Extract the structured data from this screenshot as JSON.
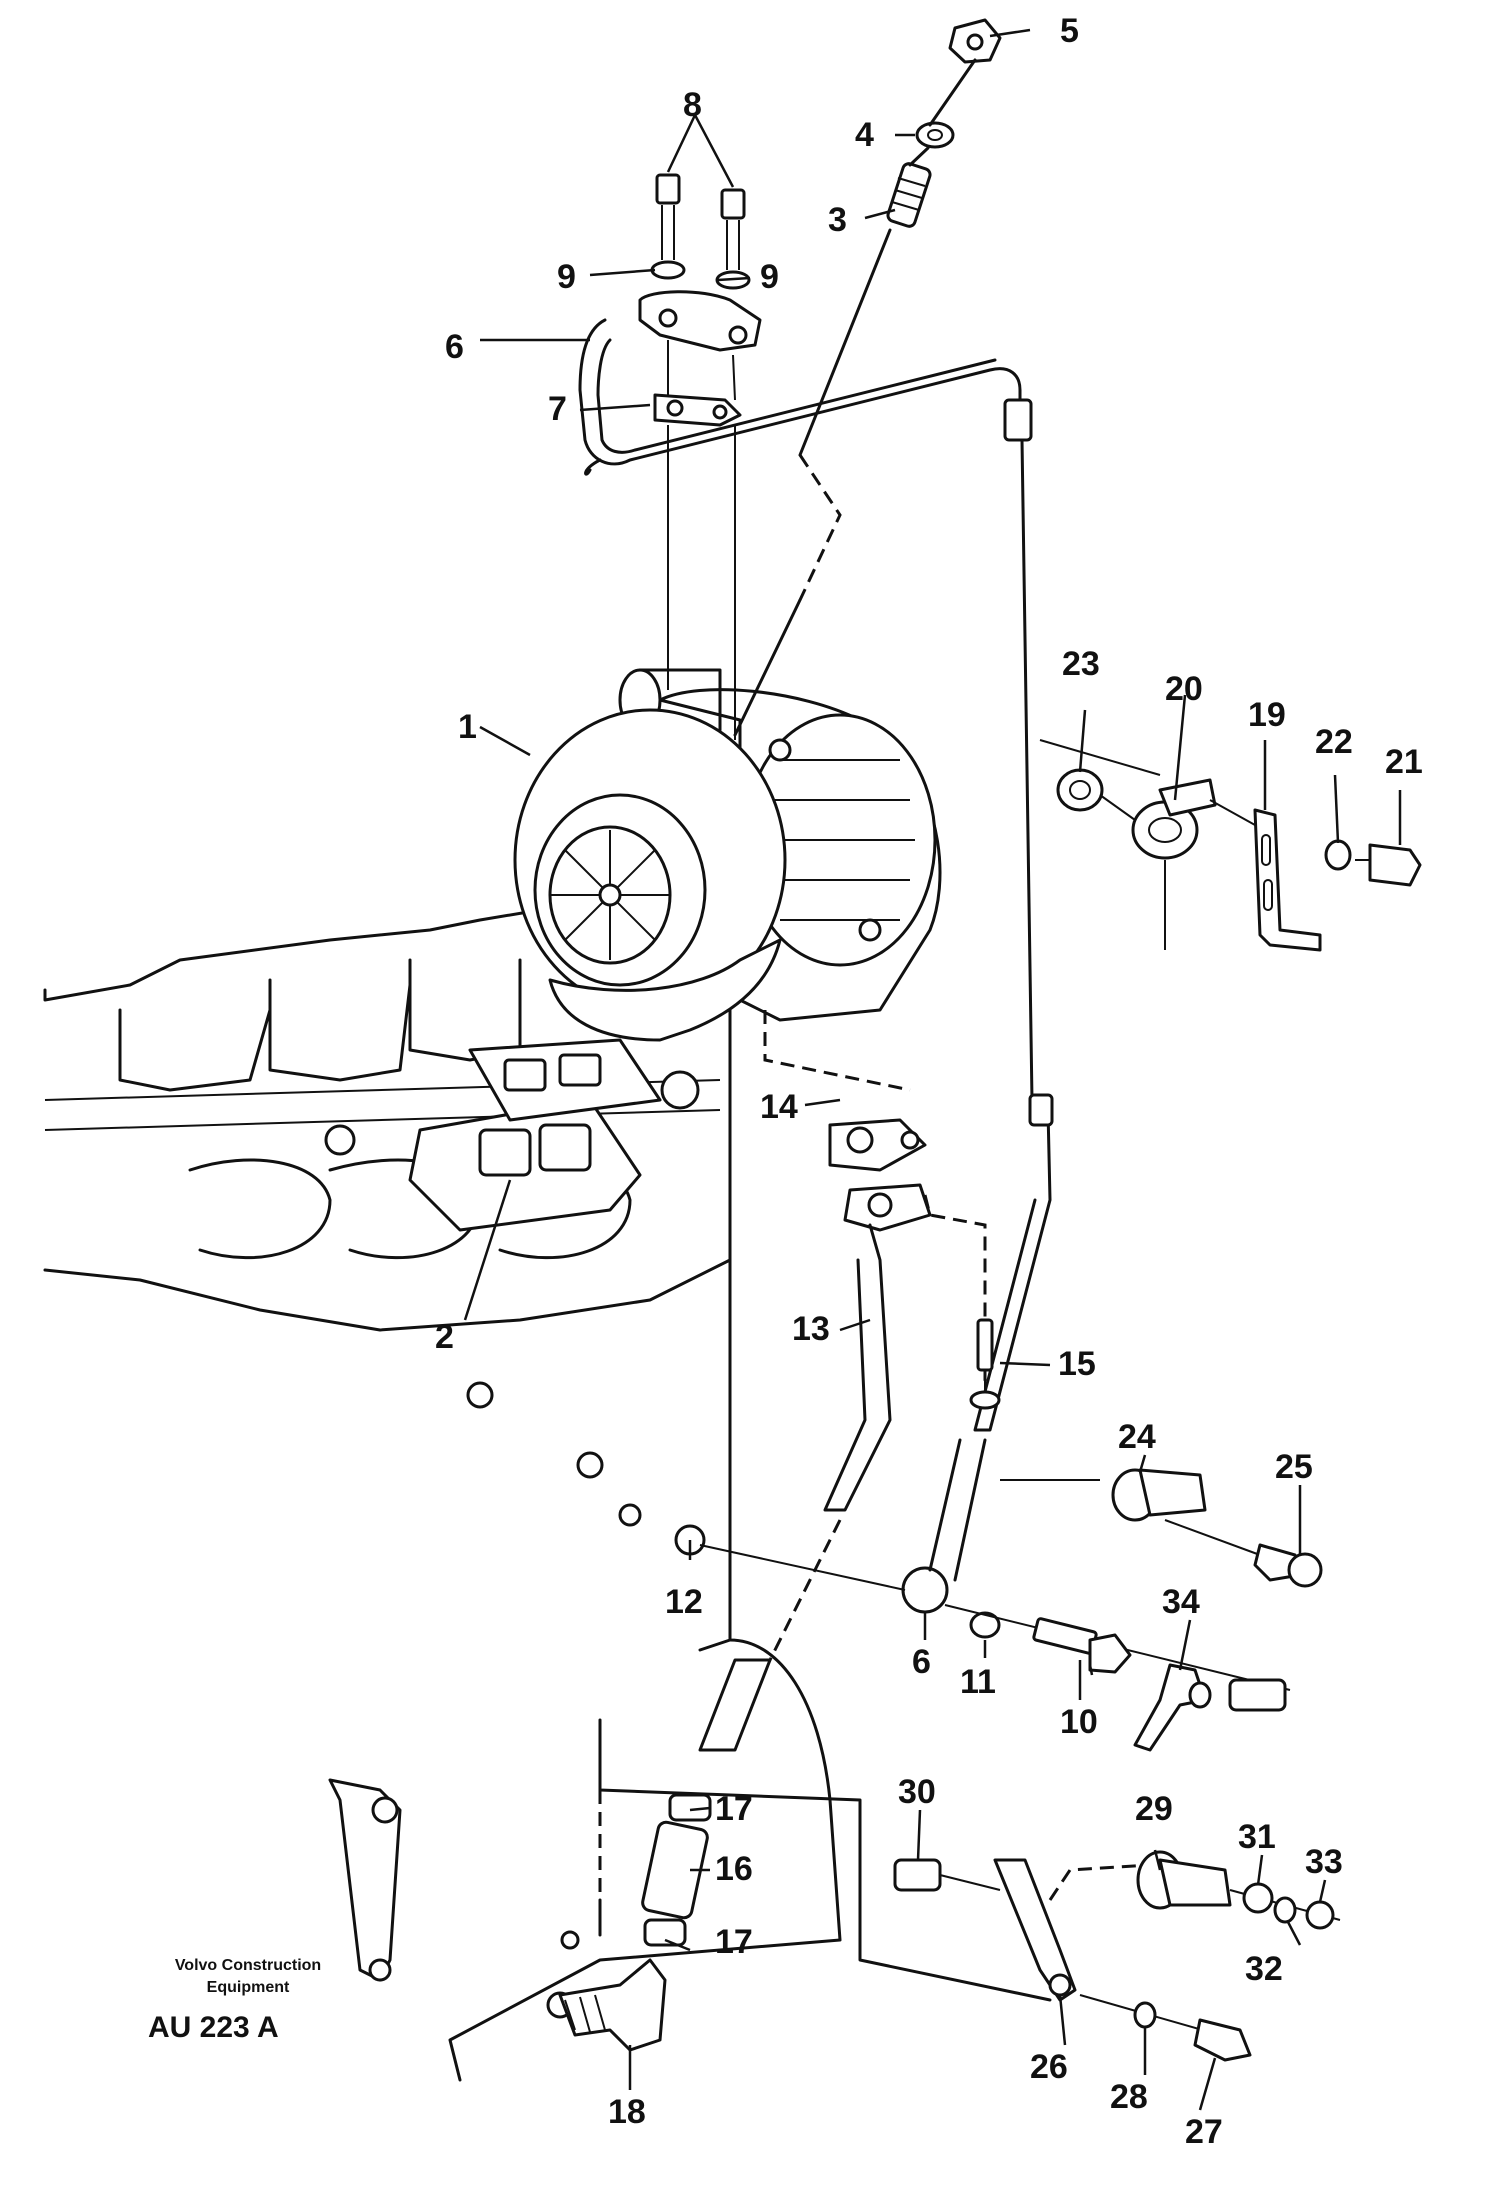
{
  "credit": {
    "line1": "Volvo Construction",
    "line2": "Equipment",
    "code": "AU 223 A"
  },
  "callouts": {
    "c1": "1",
    "c2": "2",
    "c3": "3",
    "c4": "4",
    "c5": "5",
    "c6a": "6",
    "c6b": "6",
    "c7": "7",
    "c8": "8",
    "c9a": "9",
    "c9b": "9",
    "c10": "10",
    "c11": "11",
    "c12": "12",
    "c13": "13",
    "c14": "14",
    "c15": "15",
    "c16": "16",
    "c17a": "17",
    "c17b": "17",
    "c18": "18",
    "c19": "19",
    "c20": "20",
    "c21": "21",
    "c22": "22",
    "c23": "23",
    "c24": "24",
    "c25": "25",
    "c26": "26",
    "c27": "27",
    "c28": "28",
    "c29": "29",
    "c30": "30",
    "c31": "31",
    "c32": "32",
    "c33": "33",
    "c34": "34"
  }
}
